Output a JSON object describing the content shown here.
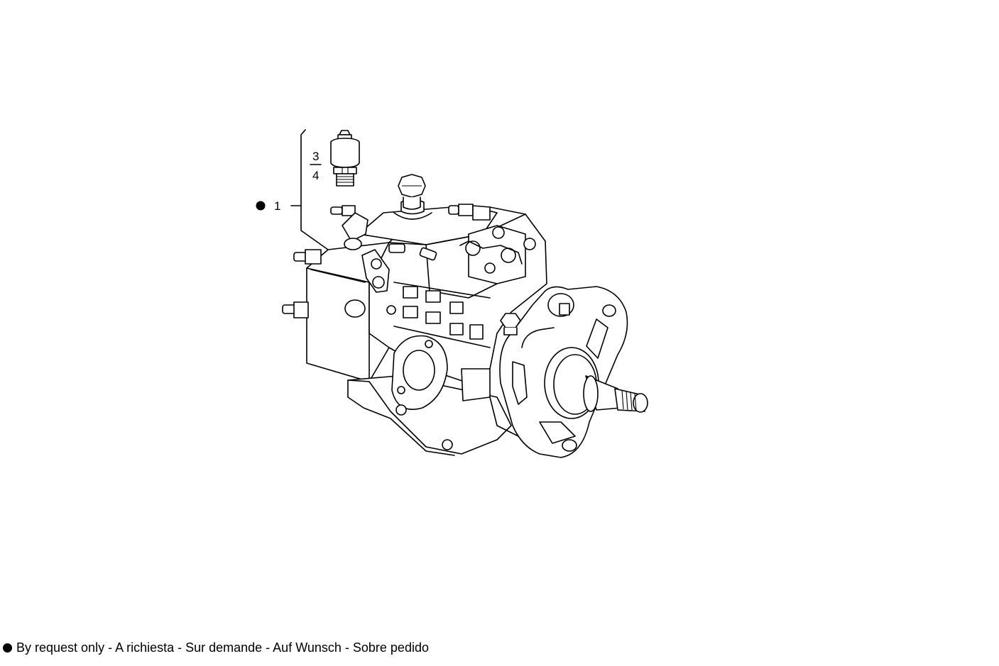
{
  "callouts": {
    "main_item": "1",
    "fraction_top": "3",
    "fraction_bottom": "4"
  },
  "legend": {
    "text": "By request only - A richiesta - Sur demande - Auf Wunsch - Sobre pedido"
  },
  "icons": {
    "request_marker": "filled-circle"
  }
}
